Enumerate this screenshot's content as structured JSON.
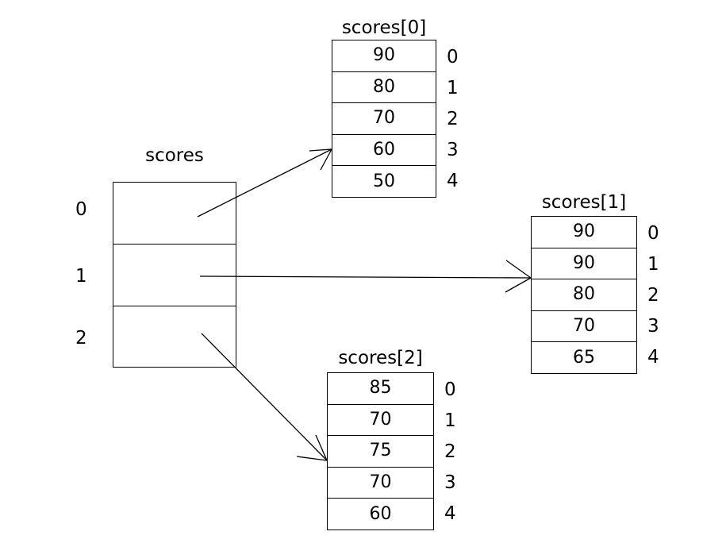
{
  "diagram": {
    "title_pointer_array": "scores",
    "pointer_array": {
      "name": "scores",
      "indices": [
        "0",
        "1",
        "2"
      ],
      "cells": [
        "",
        "",
        ""
      ]
    },
    "value_arrays": [
      {
        "title": "scores[0]",
        "values": [
          "90",
          "80",
          "70",
          "60",
          "50"
        ],
        "indices": [
          "0",
          "1",
          "2",
          "3",
          "4"
        ]
      },
      {
        "title": "scores[1]",
        "values": [
          "90",
          "90",
          "80",
          "70",
          "65"
        ],
        "indices": [
          "0",
          "1",
          "2",
          "3",
          "4"
        ]
      },
      {
        "title": "scores[2]",
        "values": [
          "85",
          "70",
          "75",
          "70",
          "60"
        ],
        "indices": [
          "0",
          "1",
          "2",
          "3",
          "4"
        ]
      }
    ],
    "colors": {
      "background": "#ffffff",
      "stroke": "#000000",
      "text": "#000000"
    }
  }
}
